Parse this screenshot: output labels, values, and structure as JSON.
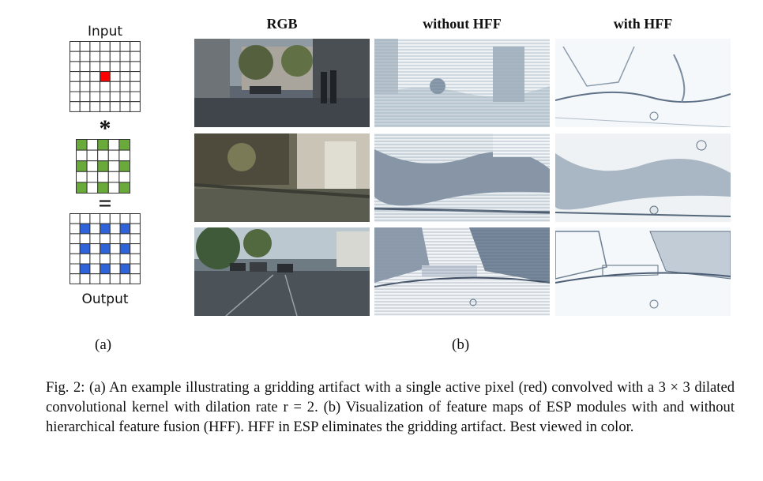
{
  "panel_a": {
    "input_label": "Input",
    "output_label": "Output",
    "conv_operator": "*",
    "equals_operator": "=",
    "sub_label": "(a)",
    "colors": {
      "active_pixel": "#ff0000",
      "kernel": "#6aaa3a",
      "output": "#2f63d9",
      "grid_line": "#333333"
    }
  },
  "panel_b": {
    "col_rgb": "RGB",
    "col_without": "without HFF",
    "col_with": "with HFF",
    "sub_label": "(b)"
  },
  "caption": {
    "text": "Fig. 2: (a) An example illustrating a gridding artifact with a single active pixel (red) convolved with a 3 × 3 dilated convolutional kernel with dilation rate r = 2. (b) Visualization of feature maps of ESP modules with and without hierarchical feature fusion (HFF). HFF in ESP eliminates the gridding artifact. Best viewed in color."
  }
}
